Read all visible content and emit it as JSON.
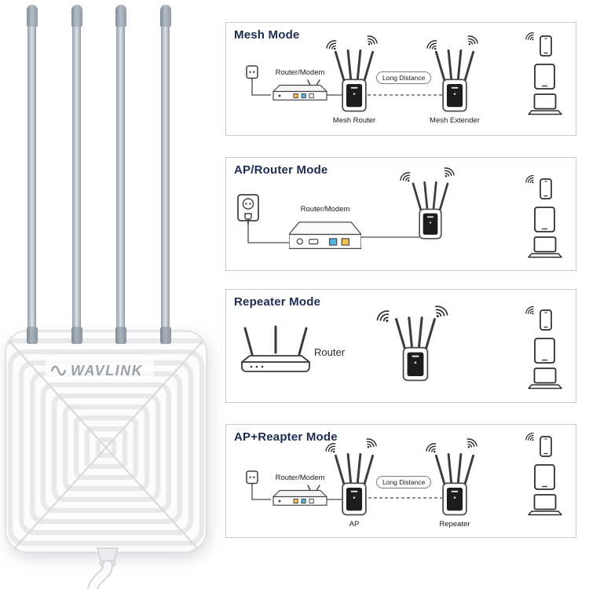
{
  "brand": {
    "logo": "WAVLINK"
  },
  "panels": [
    {
      "title": "Mesh Mode",
      "modem_label": "Router/Modem",
      "distance_label": "Long Distance",
      "left_device_label": "Mesh Router",
      "right_device_label": "Mesh Extender"
    },
    {
      "title": "AP/Router Mode",
      "modem_label": "Router/Modem"
    },
    {
      "title": "Repeater Mode",
      "router_label": "Router"
    },
    {
      "title": "AP+Reapter Mode",
      "modem_label": "Router/Modem",
      "distance_label": "Long Distance",
      "left_device_label": "AP",
      "right_device_label": "Repeater"
    }
  ],
  "colors": {
    "title_navy": "#1c2b52",
    "panel_border": "#c9c9c9",
    "line": "#4a4a4a",
    "antenna_gray": "#aab4be",
    "port_blue": "#57b1e3",
    "port_yellow": "#f2c24a"
  }
}
